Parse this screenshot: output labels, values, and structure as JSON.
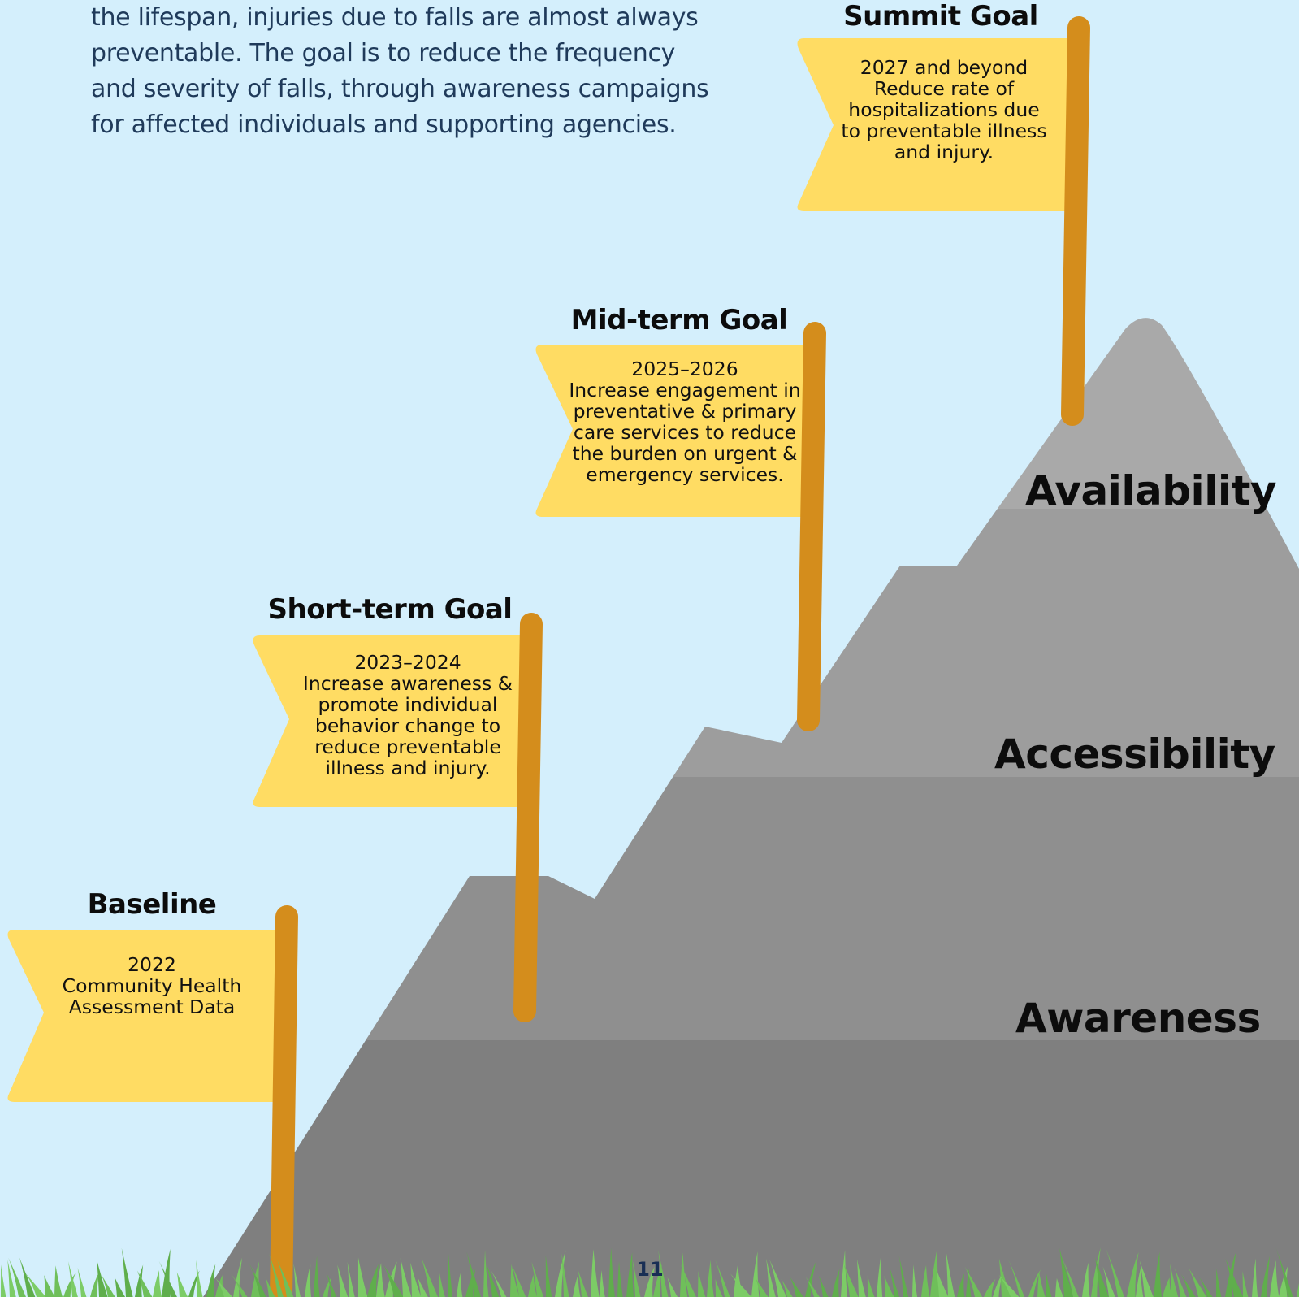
{
  "intro": {
    "lines": [
      "the lifespan, injuries due to falls are almost always",
      "preventable. The goal is to reduce the frequency",
      "and severity of falls, through awareness campaigns",
      "for affected individuals and supporting agencies."
    ]
  },
  "goals": {
    "summit": {
      "title": "Summit Goal",
      "lines": [
        "2027 and beyond",
        "Reduce rate of",
        "hospitalizations due",
        "to preventable illness",
        "and injury."
      ]
    },
    "mid": {
      "title": "Mid-term Goal",
      "lines": [
        "2025–2026",
        "Increase engagement in",
        "preventative & primary",
        "care services to reduce",
        "the burden on urgent &",
        "emergency services."
      ]
    },
    "short": {
      "title": "Short-term Goal",
      "lines": [
        "2023–2024",
        "Increase awareness &",
        "promote individual",
        "behavior change to",
        "reduce preventable",
        "illness and injury."
      ]
    },
    "baseline": {
      "title": "Baseline",
      "lines": [
        "2022",
        "Community Health",
        "Assessment Data"
      ]
    }
  },
  "tiers": {
    "availability": "Availability",
    "accessibility": "Accessibility",
    "awareness": "Awareness"
  },
  "page_number": "11",
  "colors": {
    "sky": "#d4effc",
    "flag": "#ffdc63",
    "pole": "#d48d1c",
    "mountain_top": "#a9a9a9",
    "mountain_upper": "#9d9d9d",
    "mountain_middle": "#8f8f8f",
    "mountain_base": "#7f7f7f",
    "grass": "#6fbf5a"
  }
}
